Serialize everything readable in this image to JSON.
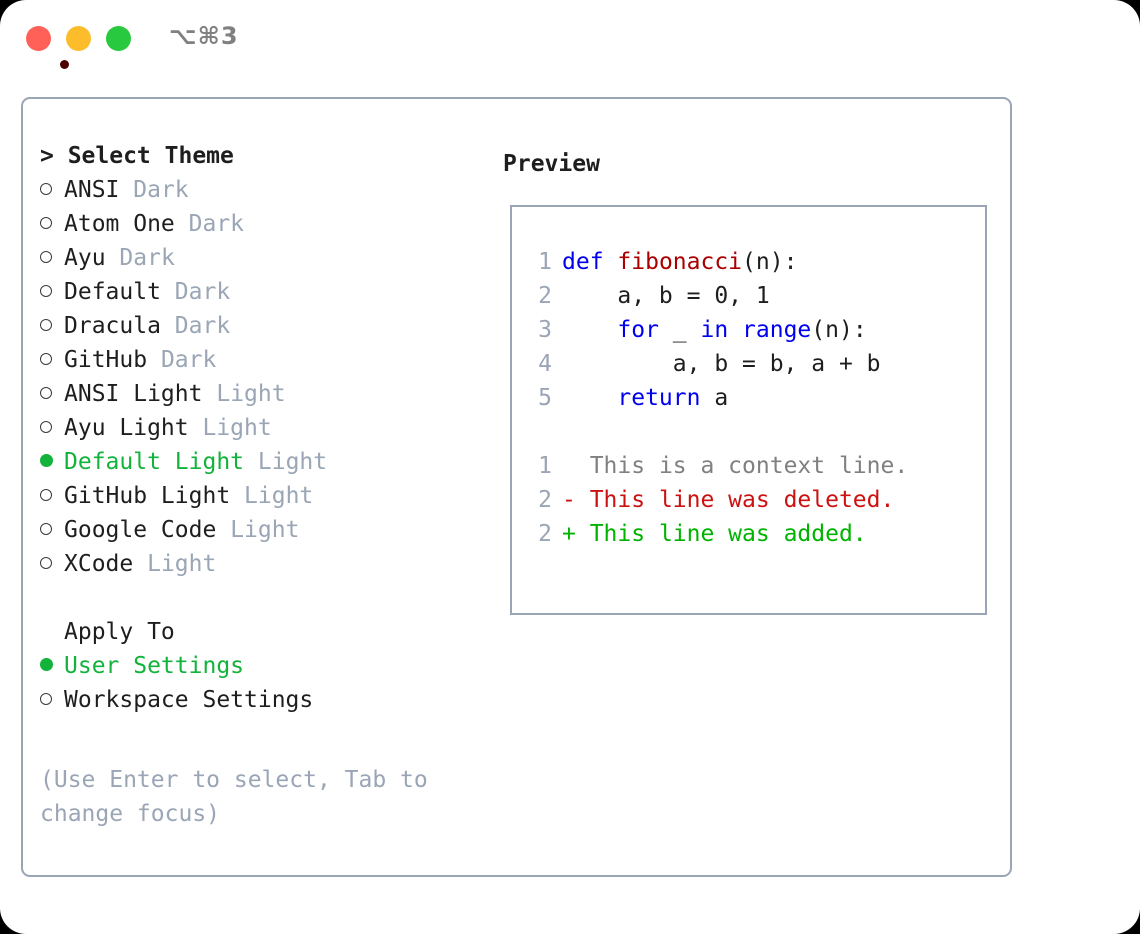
{
  "window": {
    "titlebar": {
      "shortcut_label": "⌥⌘3",
      "buttons": [
        {
          "name": "close",
          "color": "#ff6159"
        },
        {
          "name": "minimize",
          "color": "#fcbc2b"
        },
        {
          "name": "maximize",
          "color": "#28c83f"
        }
      ]
    }
  },
  "theme_picker": {
    "header": "> Select Theme",
    "items": [
      {
        "label": "ANSI",
        "mode": "Dark",
        "selected": false
      },
      {
        "label": "Atom One",
        "mode": "Dark",
        "selected": false
      },
      {
        "label": "Ayu",
        "mode": "Dark",
        "selected": false
      },
      {
        "label": "Default",
        "mode": "Dark",
        "selected": false
      },
      {
        "label": "Dracula",
        "mode": "Dark",
        "selected": false
      },
      {
        "label": "GitHub",
        "mode": "Dark",
        "selected": false
      },
      {
        "label": "ANSI Light",
        "mode": "Light",
        "selected": false
      },
      {
        "label": "Ayu Light",
        "mode": "Light",
        "selected": false
      },
      {
        "label": "Default Light",
        "mode": "Light",
        "selected": true
      },
      {
        "label": "GitHub Light",
        "mode": "Light",
        "selected": false
      },
      {
        "label": "Google Code",
        "mode": "Light",
        "selected": false
      },
      {
        "label": "XCode",
        "mode": "Light",
        "selected": false
      }
    ]
  },
  "apply_to": {
    "header": "Apply To",
    "options": [
      {
        "label": "User Settings",
        "selected": true
      },
      {
        "label": "Workspace Settings",
        "selected": false
      }
    ]
  },
  "hint": "(Use Enter to select, Tab to change focus)",
  "preview": {
    "title": "Preview",
    "code_lines": [
      {
        "no": "1",
        "tokens": [
          {
            "t": "def",
            "c": "kw"
          },
          {
            "t": " ",
            "c": "plain"
          },
          {
            "t": "fibonacci",
            "c": "fn"
          },
          {
            "t": "(n):",
            "c": "plain"
          }
        ]
      },
      {
        "no": "2",
        "tokens": [
          {
            "t": "    a, b = 0, 1",
            "c": "plain"
          }
        ]
      },
      {
        "no": "3",
        "tokens": [
          {
            "t": "    ",
            "c": "plain"
          },
          {
            "t": "for",
            "c": "kw"
          },
          {
            "t": " _ ",
            "c": "plain"
          },
          {
            "t": "in",
            "c": "kw"
          },
          {
            "t": " ",
            "c": "plain"
          },
          {
            "t": "range",
            "c": "kw"
          },
          {
            "t": "(n):",
            "c": "plain"
          }
        ]
      },
      {
        "no": "4",
        "tokens": [
          {
            "t": "        a, b = b, a + b",
            "c": "plain"
          }
        ]
      },
      {
        "no": "5",
        "tokens": [
          {
            "t": "    ",
            "c": "plain"
          },
          {
            "t": "return",
            "c": "kw"
          },
          {
            "t": " a",
            "c": "plain"
          }
        ]
      }
    ],
    "diff_lines": [
      {
        "no": "1",
        "marker": " ",
        "text": " This is a context line.",
        "kind": "ctx"
      },
      {
        "no": "2",
        "marker": "-",
        "text": " This line was deleted.",
        "kind": "del"
      },
      {
        "no": "2",
        "marker": "+",
        "text": " This line was added.",
        "kind": "add"
      }
    ]
  },
  "colors": {
    "accent_green": "#13b33b",
    "muted": "#9aa5b5",
    "keyword_blue": "#0000ee",
    "function_red": "#aa0000",
    "diff_delete": "#cc1111",
    "diff_add": "#00b300",
    "border": "#9aa5b5"
  }
}
